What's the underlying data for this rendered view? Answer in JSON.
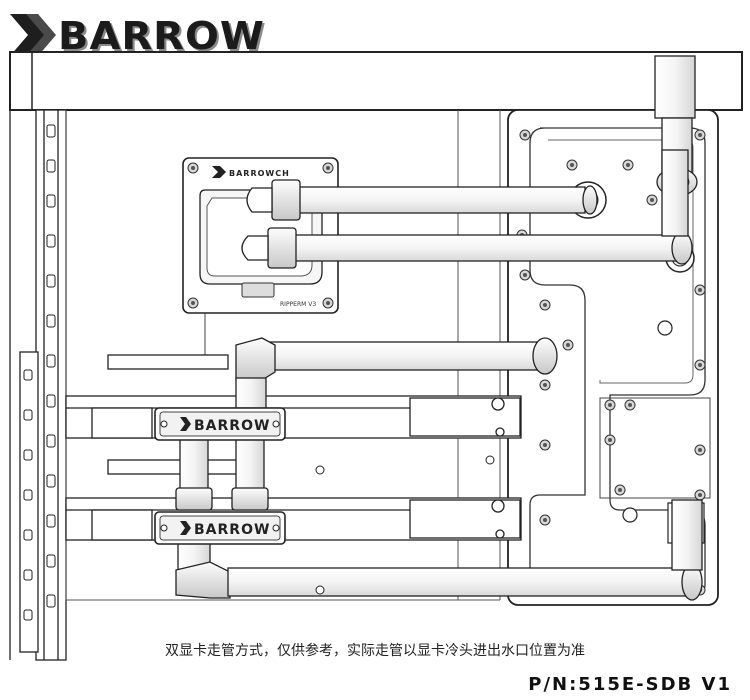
{
  "brand": {
    "logo_text": "BARROW"
  },
  "diagram": {
    "cpu_block_logo": "BARROWCH",
    "gpu_bridge_top_label": "BARROW",
    "gpu_bridge_bottom_label": "BARROW"
  },
  "caption": "双显卡走管方式，仅供参考，实际走管以显卡冷头进出水口位置为准",
  "part_number": "P/N:515E-SDB V1"
}
